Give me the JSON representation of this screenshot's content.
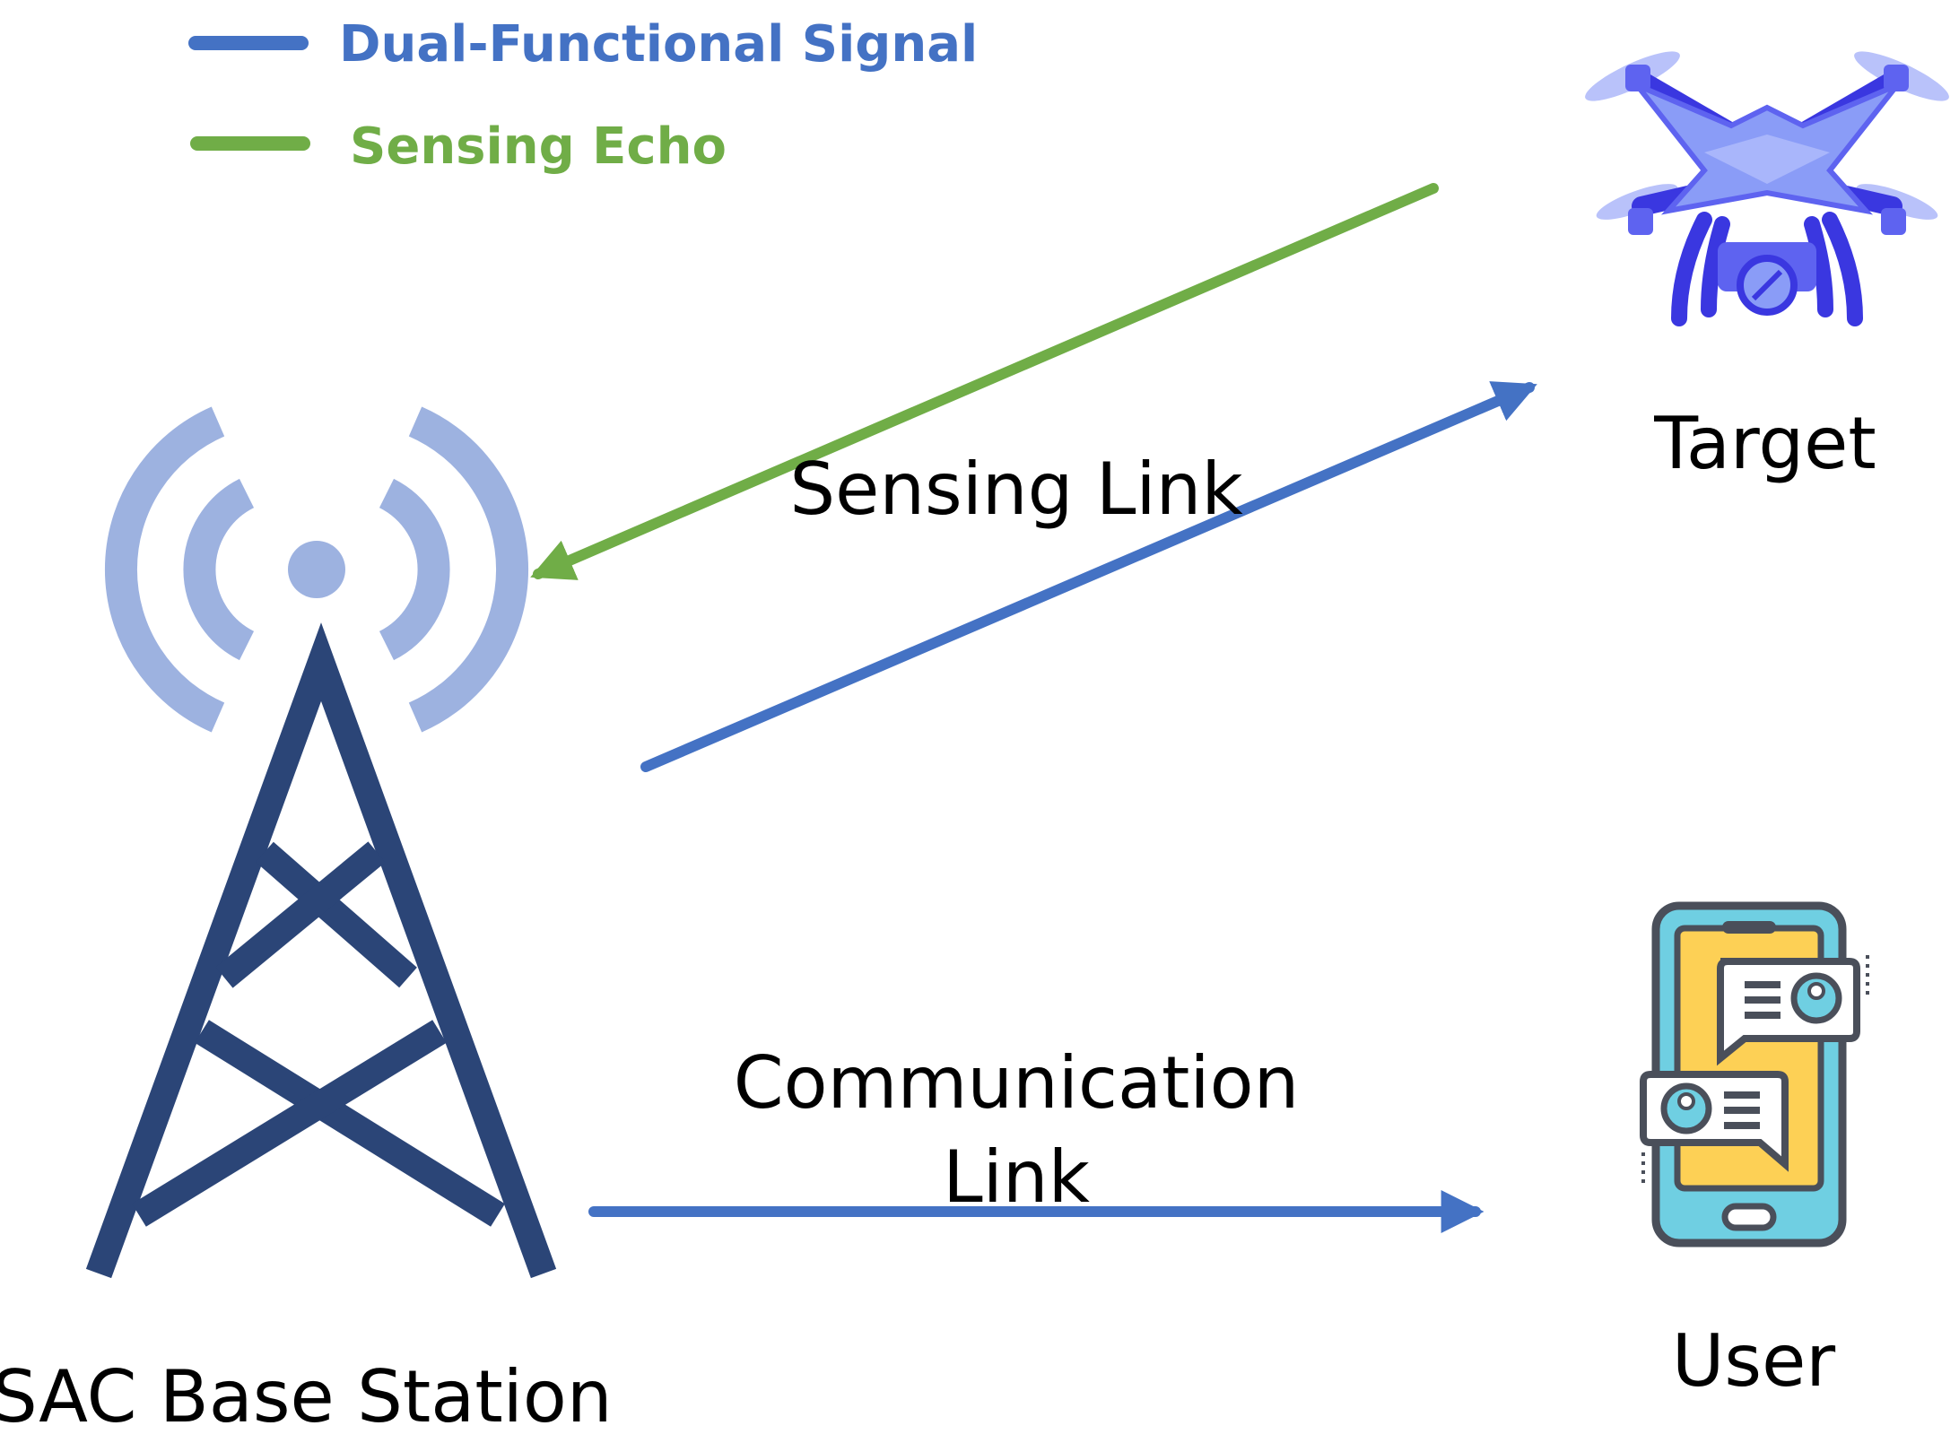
{
  "legend": {
    "items": [
      {
        "label": "Dual-Functional Signal",
        "color": "#4472C4"
      },
      {
        "label": "Sensing Echo",
        "color": "#70AD47"
      }
    ]
  },
  "labels": {
    "sensing_link": "Sensing Link",
    "communication_link_line1": "Communication",
    "communication_link_line2": "Link",
    "target": "Target",
    "user": "User",
    "base_station": "ISAC Base Station"
  },
  "icons": {
    "tower": "cell-tower-icon",
    "drone": "drone-icon",
    "phone": "smartphone-chat-icon"
  },
  "colors": {
    "tower": "#2B4577",
    "waves": "#9DB2E0",
    "signal": "#4472C4",
    "echo": "#70AD47",
    "drone_light": "#8A9CF7",
    "drone_dark": "#3A37E0",
    "phone_screen": "#FDD055",
    "phone_body": "#6FCFE2",
    "phone_outline": "#4A4F5A"
  }
}
